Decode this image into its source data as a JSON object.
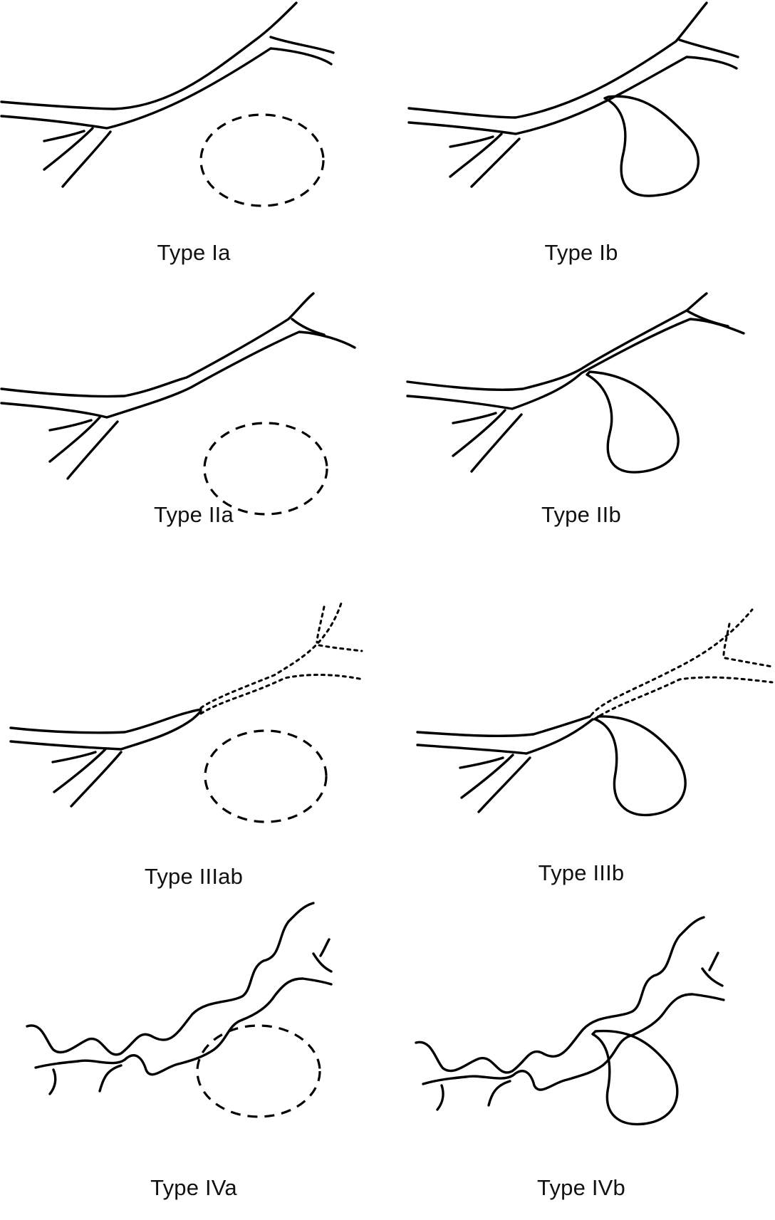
{
  "panels": [
    {
      "label": "Type Ia"
    },
    {
      "label": "Type Ib"
    },
    {
      "label": "Type IIa"
    },
    {
      "label": "Type IIb"
    },
    {
      "label": "Type IIIab"
    },
    {
      "label": "Type IIIb"
    },
    {
      "label": "Type IVa"
    },
    {
      "label": "Type IVb"
    }
  ]
}
